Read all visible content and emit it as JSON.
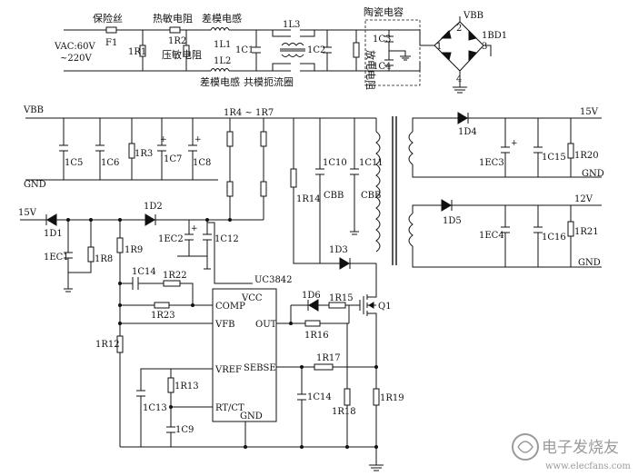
{
  "input": {
    "vac": "VAC:60V",
    "vac2": "~220V",
    "fuse_cn": "保险丝",
    "fuse_ref": "F1",
    "r1": "1R1",
    "thermistor_cn": "热敏电阻",
    "r2": "1R2",
    "varistor_cn": "压敏电阻",
    "dm_inductor_top_cn": "差模电感",
    "l1": "1L1",
    "dm_inductor_bottom_cn": "差模电感",
    "l2": "1L2",
    "c1": "1C1",
    "cm_choke_cn": "共模扼流圈",
    "l3": "1L3",
    "c2": "1C2",
    "discharge_res_cn": "放电电阻",
    "ceramic_cap_cn": "陶瓷电容",
    "c3": "1C3",
    "c4": "1C4",
    "vbb": "VBB",
    "bridge": "1BD1",
    "pin1": "1",
    "pin2": "2",
    "pin3": "3",
    "pin4": "4"
  },
  "bus": {
    "vbb": "VBB",
    "gnd": "GND",
    "c5": "1C5",
    "c6": "1C6",
    "r3": "1R3",
    "c7": "1C7",
    "c8": "1C8",
    "r4_r7": "1R4 ~ 1R7",
    "r14": "1R14",
    "c10": "1C10",
    "cbb1": "CBB",
    "c11": "1C11",
    "cbb2": "CBB",
    "d3": "1D3"
  },
  "aux": {
    "v15": "15V",
    "d1": "1D1",
    "d2": "1D2",
    "ec1": "1EC1",
    "r8": "1R8",
    "r9": "1R9",
    "ec2": "1EC2",
    "c12": "1C12"
  },
  "controller": {
    "chip": "UC3842",
    "comp": "COMP",
    "vfb": "VFB",
    "vref": "VREF",
    "rtct": "RT/CT",
    "vcc": "VCC",
    "out": "OUT",
    "sense": "SEBSE",
    "gnd": "GND",
    "c14a": "1C14",
    "r22": "1R22",
    "r23": "1R23",
    "r12": "1R12",
    "r13": "1R13",
    "c13": "1C13",
    "c9": "1C9",
    "d6": "1D6",
    "r15": "1R15",
    "r16": "1R16",
    "q1": "Q1",
    "r17": "1R17",
    "c14b": "1C14",
    "r18": "1R18",
    "r19": "1R19"
  },
  "outputs": {
    "out15": "15V",
    "d4": "1D4",
    "ec3": "1EC3",
    "c15": "1C15",
    "r20": "1R20",
    "gnd1": "GND",
    "out12": "12V",
    "d5": "1D5",
    "ec4": "1EC4",
    "c16": "1C16",
    "r21": "1R21",
    "gnd2": "GND"
  },
  "watermark": {
    "cn": "电子发烧友",
    "url": "www.elecfans.com"
  },
  "colors": {
    "ink": "#111111",
    "watermark": "#9a9a9a"
  }
}
